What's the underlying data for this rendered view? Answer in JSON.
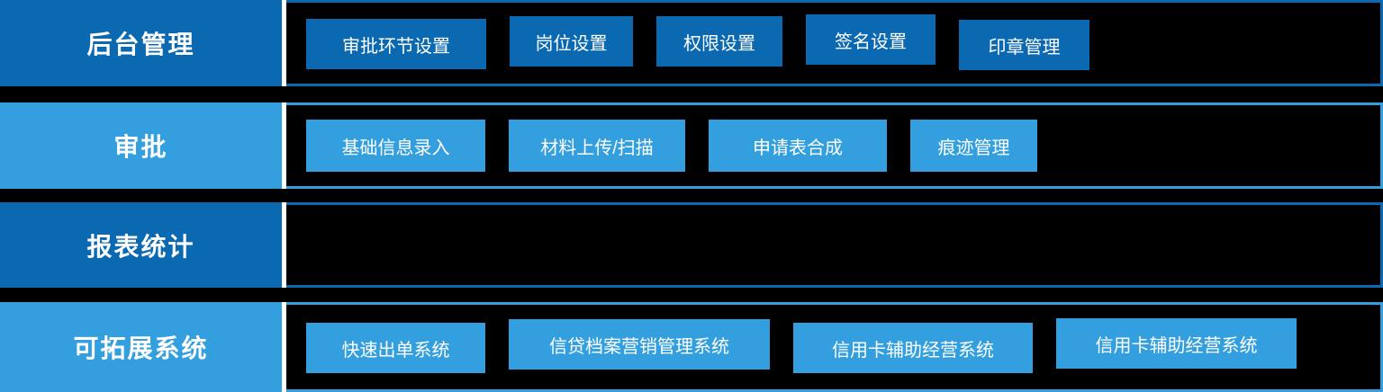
{
  "colors": {
    "dark_blue": "#0b69b2",
    "light_blue": "#339fdf",
    "divider": "#ffffff",
    "text": "#ffffff",
    "background": "#000000"
  },
  "rows": [
    {
      "id": "backend-admin",
      "label": "后台管理",
      "theme": "dark",
      "buttons": [
        {
          "label": "审批环节设置"
        },
        {
          "label": "岗位设置"
        },
        {
          "label": "权限设置"
        },
        {
          "label": "签名设置"
        },
        {
          "label": "印章管理"
        }
      ]
    },
    {
      "id": "approval",
      "label": "审批",
      "theme": "light",
      "buttons": [
        {
          "label": "基础信息录入"
        },
        {
          "label": "材料上传/扫描"
        },
        {
          "label": "申请表合成"
        },
        {
          "label": "痕迹管理"
        }
      ]
    },
    {
      "id": "report-statistics",
      "label": "报表统计",
      "theme": "dark",
      "buttons": []
    },
    {
      "id": "extensible-systems",
      "label": "可拓展系统",
      "theme": "light",
      "buttons": [
        {
          "label": "快速出单系统"
        },
        {
          "label": "信贷档案营销管理系统"
        },
        {
          "label": "信用卡辅助经营系统"
        },
        {
          "label": "信用卡辅助经营系统"
        }
      ]
    }
  ]
}
